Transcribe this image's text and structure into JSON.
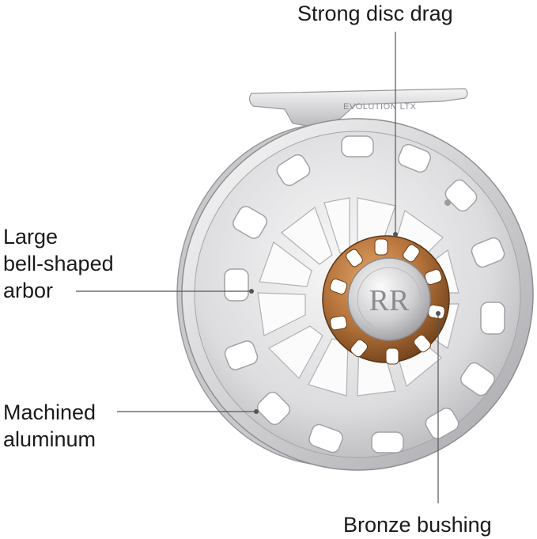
{
  "product": {
    "engraving": "EVOLUTION LTX",
    "logo_monogram": "RR"
  },
  "callouts": {
    "drag": {
      "text": "Strong disc drag"
    },
    "arbor": {
      "lines": [
        "Large",
        "bell-shaped",
        "arbor"
      ]
    },
    "aluminum": {
      "lines": [
        "Machined",
        "aluminum"
      ]
    },
    "bushing": {
      "text": "Bronze bushing"
    }
  },
  "colors": {
    "aluminum_light": "#eeeeee",
    "aluminum_mid": "#d3d3d5",
    "aluminum_dark": "#a9a9ad",
    "bronze": "#b5733a",
    "bronze_dark": "#7d4a20",
    "cork": "#b0724f",
    "leader_line": "#555555"
  }
}
